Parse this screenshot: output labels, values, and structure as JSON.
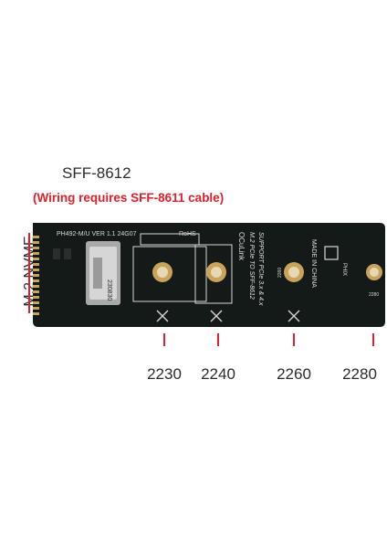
{
  "connector_title": "SFF-8612",
  "wiring_note": "(Wiring requires SFF-8611 cable)",
  "side_label": "M.2 NVME",
  "board": {
    "model": "PH492-M/U VER 1.1 24G07",
    "rohs": "RoHS",
    "chip_code": "230830",
    "brand": "OCuLink",
    "line1": "M.2 PCIe TO SFF-8612",
    "line2": "SUPPORT PCIe 3.x & 4.x",
    "origin": "MADE IN CHINA",
    "logo_text": "PHIX",
    "hole_label_2260": "2260",
    "hole_label_2280": "2280"
  },
  "lengths": [
    "2230",
    "2240",
    "2260",
    "2280"
  ],
  "colors": {
    "pcb": "#141a18",
    "accent_red": "#e0202a",
    "gold": "#c9a35a"
  }
}
